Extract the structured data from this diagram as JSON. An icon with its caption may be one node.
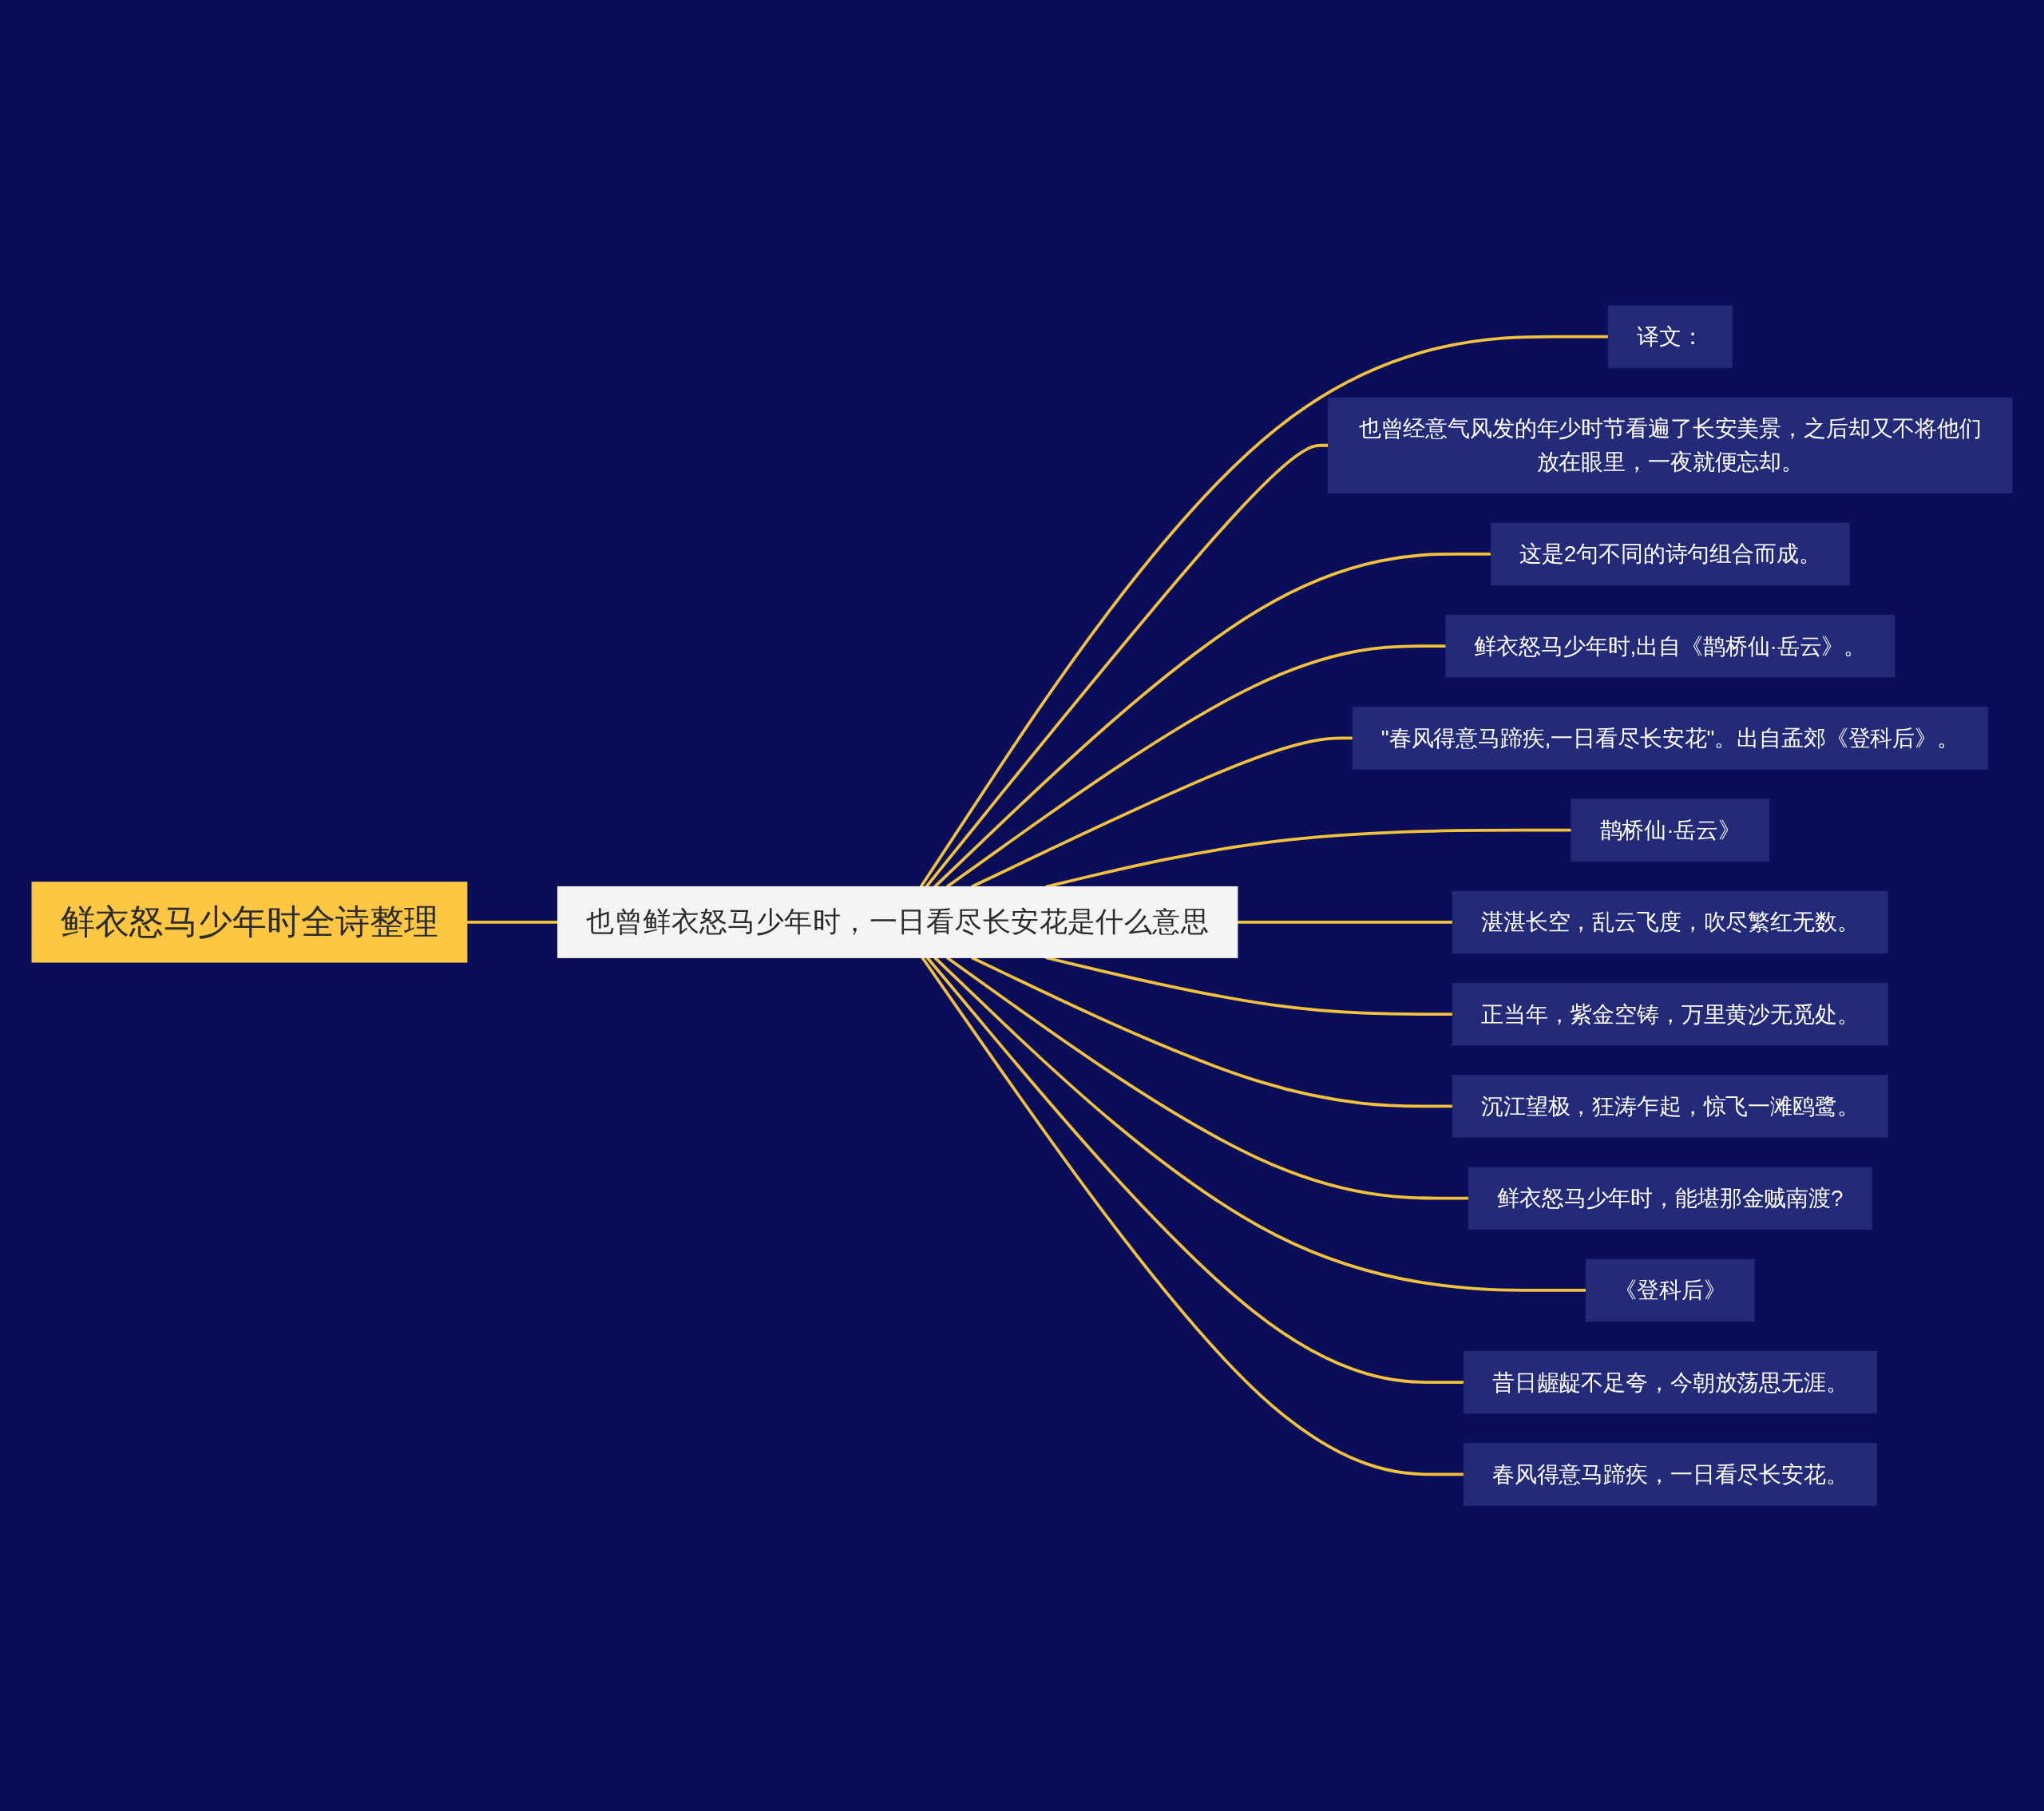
{
  "diagram": {
    "nodes": [
      {
        "text": [
          "鲜衣怒马少年时全诗整理"
        ]
      },
      {
        "text": [
          "也曾鲜衣怒马少年时，一日看尽长安花是什么意思"
        ]
      },
      {
        "text": [
          "译文："
        ]
      },
      {
        "text": [
          "也曾经意气风发的年少时节看遍了长安美景，之后却又不将他们放在眼里，一夜就便忘却。"
        ]
      },
      {
        "text": [
          "这是2句不同的诗句组合而成。"
        ]
      },
      {
        "text": [
          "鲜衣怒马少年时,出自《鹊桥仙·岳云》。"
        ]
      },
      {
        "text": [
          "\"春风得意马蹄疾,一日看尽长安花\"。出自孟郊《登科后》。"
        ]
      },
      {
        "text": [
          "鹊桥仙·岳云》"
        ]
      },
      {
        "text": [
          "湛湛长空，乱云飞度，吹尽繁红无数。"
        ]
      },
      {
        "text": [
          "正当年，紫金空铸，万里黄沙无觅处。"
        ]
      },
      {
        "text": [
          "沉江望极，狂涛乍起，惊飞一滩鸥鹭。"
        ]
      },
      {
        "text": [
          "鲜衣怒马少年时，能堪那金贼南渡?"
        ]
      },
      {
        "text": [
          "《登科后》"
        ]
      },
      {
        "text": [
          "昔日龌龊不足夸，今朝放荡思无涯。"
        ]
      },
      {
        "text": [
          "春风得意马蹄疾，一日看尽长安花。"
        ]
      }
    ],
    "edges": [
      {
        "from": 0,
        "to": 1,
        "arrow": "none"
      },
      {
        "from": 1,
        "to": 2,
        "arrow": "none"
      },
      {
        "from": 1,
        "to": 3,
        "arrow": "none"
      },
      {
        "from": 1,
        "to": 4,
        "arrow": "none"
      },
      {
        "from": 1,
        "to": 5,
        "arrow": "none"
      },
      {
        "from": 1,
        "to": 6,
        "arrow": "none"
      },
      {
        "from": 1,
        "to": 7,
        "arrow": "none"
      },
      {
        "from": 1,
        "to": 8,
        "arrow": "none"
      },
      {
        "from": 1,
        "to": 9,
        "arrow": "none"
      },
      {
        "from": 1,
        "to": 10,
        "arrow": "none"
      },
      {
        "from": 1,
        "to": 11,
        "arrow": "none"
      },
      {
        "from": 1,
        "to": 12,
        "arrow": "none"
      },
      {
        "from": 1,
        "to": 13,
        "arrow": "none"
      },
      {
        "from": 1,
        "to": 14,
        "arrow": "none"
      }
    ]
  }
}
